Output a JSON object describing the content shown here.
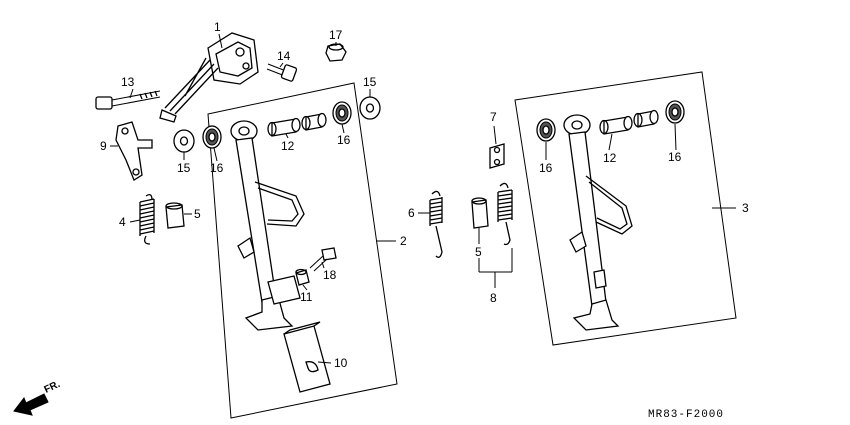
{
  "callouts": {
    "c1": "1",
    "c2": "2",
    "c3": "3",
    "c4": "4",
    "c5a": "5",
    "c5b": "5",
    "c6": "6",
    "c7": "7",
    "c8": "8",
    "c9": "9",
    "c10": "10",
    "c11": "11",
    "c12a": "12",
    "c12b": "12",
    "c13": "13",
    "c14": "14",
    "c15a": "15",
    "c15b": "15",
    "c16a": "16",
    "c16b": "16",
    "c16c": "16",
    "c17": "17",
    "c18": "18"
  },
  "diagram_code": "MR83-F2000",
  "direction_label": "FR."
}
